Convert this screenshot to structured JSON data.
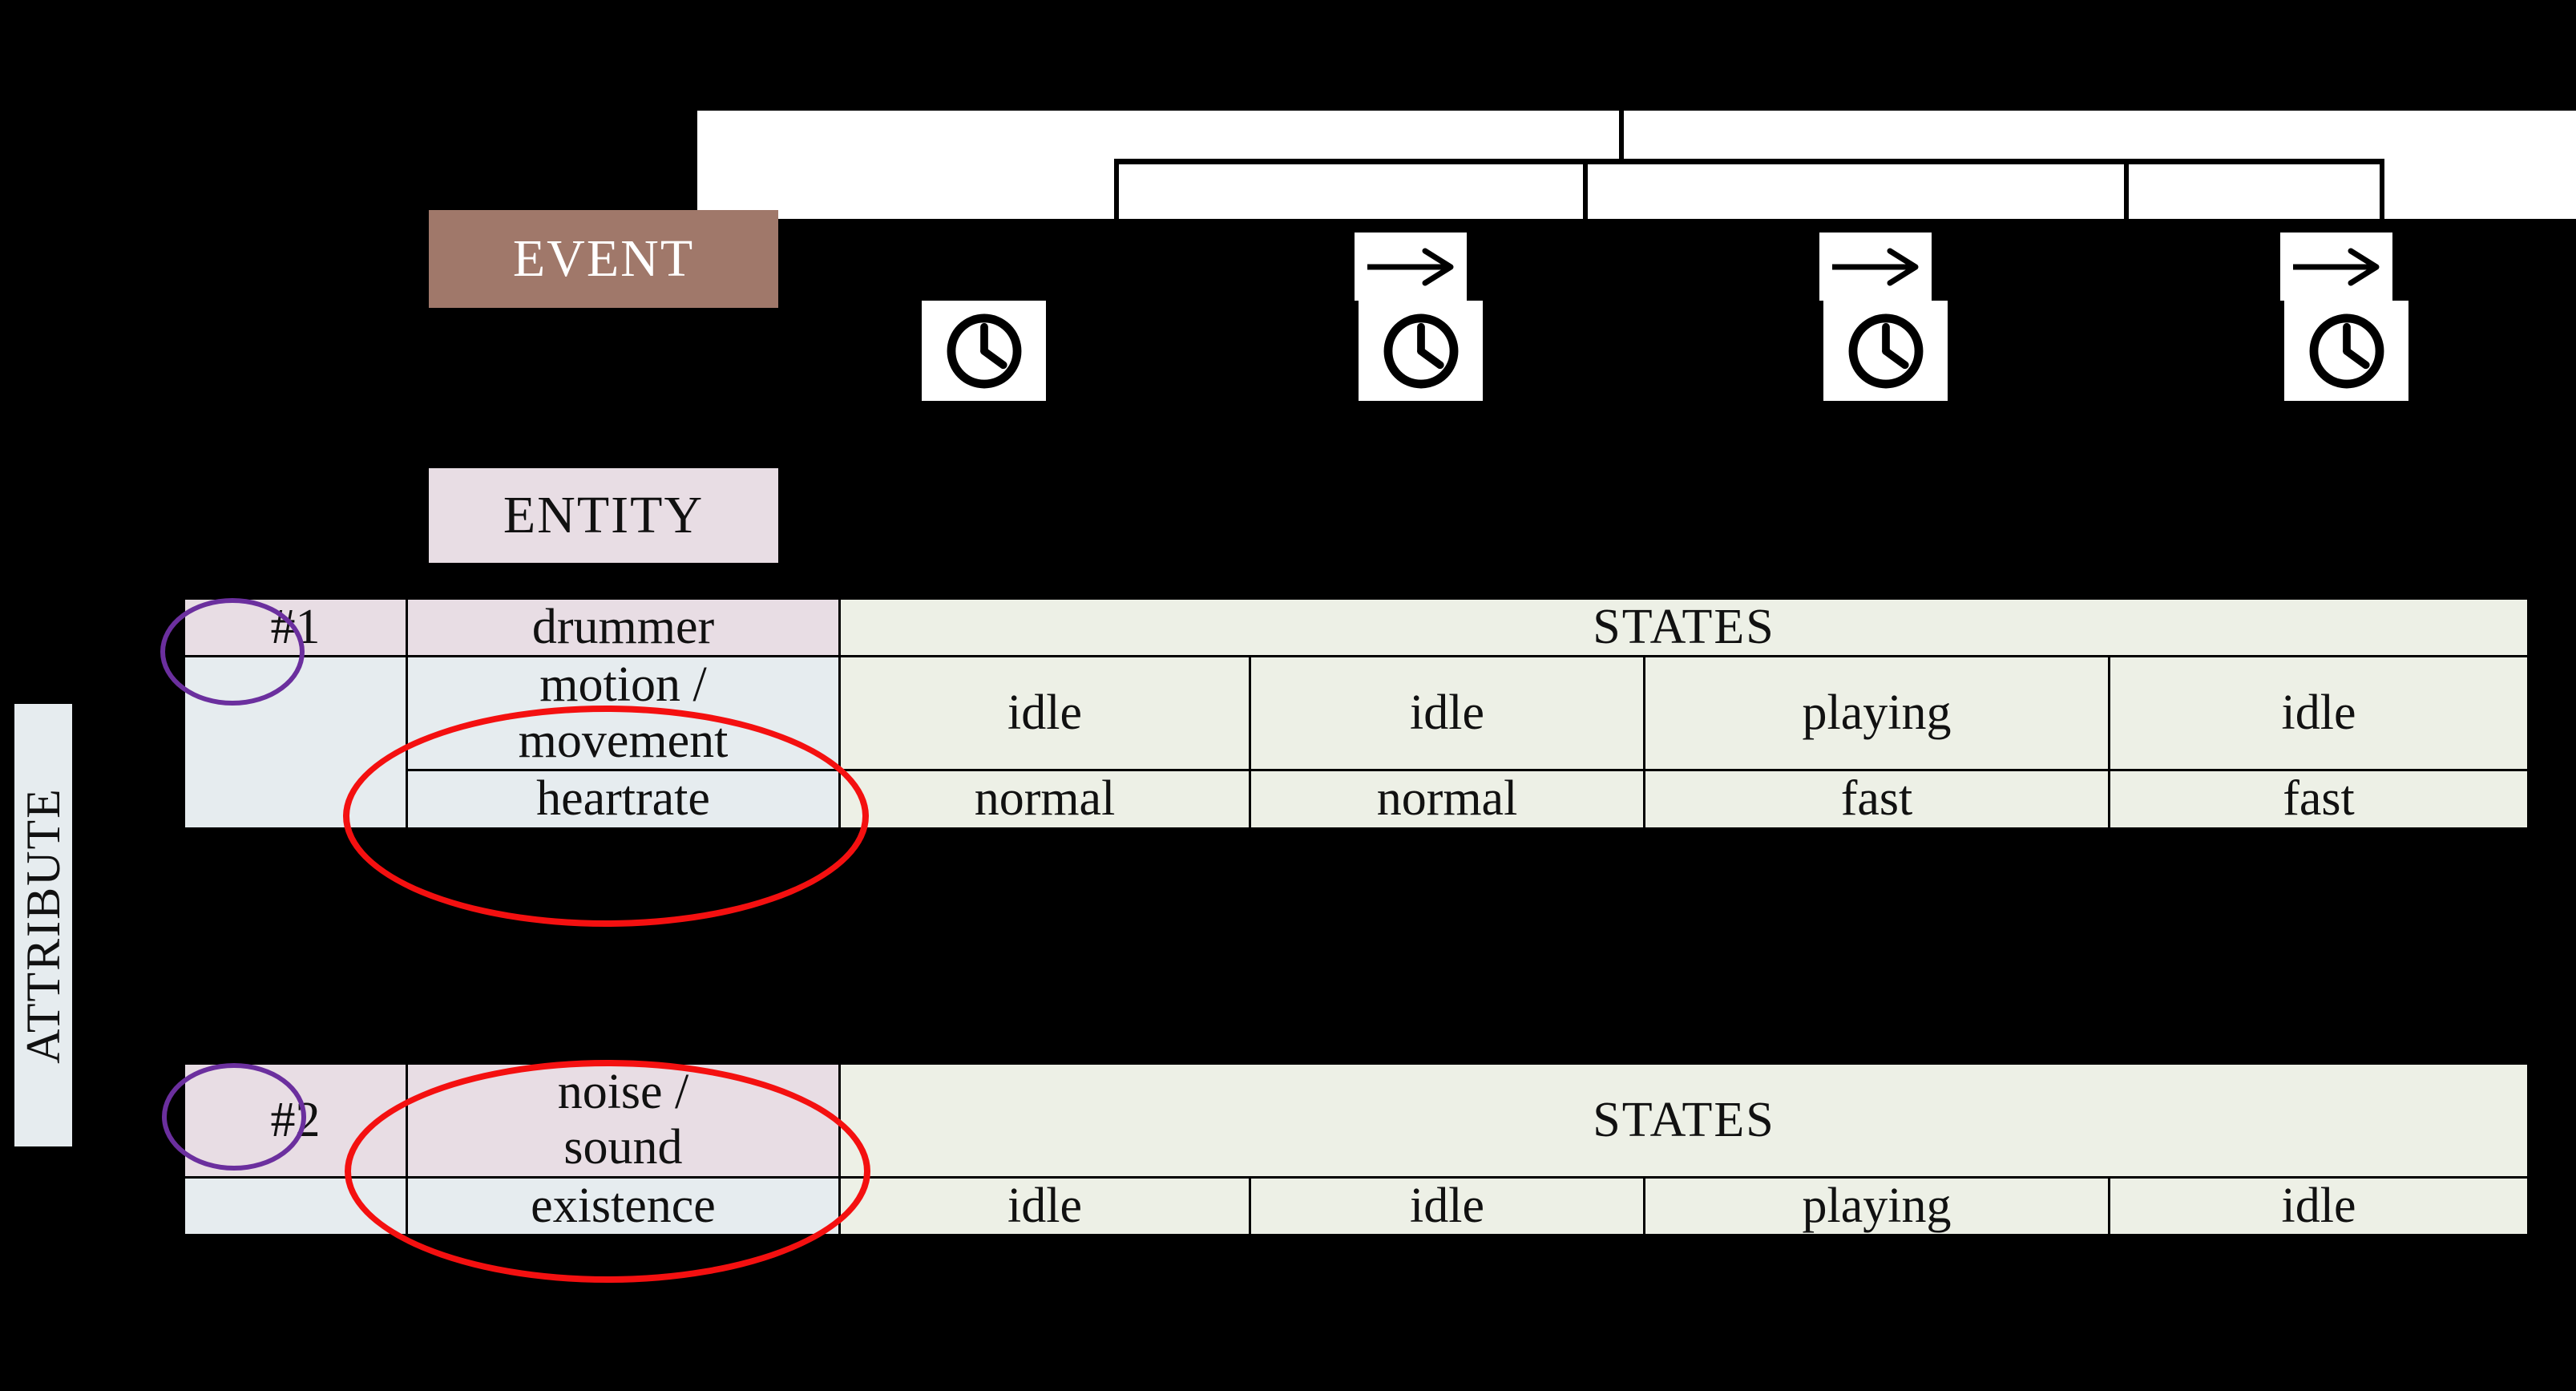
{
  "background_color": "#000000",
  "labels": {
    "event": "EVENT",
    "entity": "ENTITY",
    "attribute": "ATTRIBUTE"
  },
  "colors": {
    "event_chip_bg": "#a0786a",
    "event_chip_text": "#ffffff",
    "entity_chip_bg": "#e8dde4",
    "attribute_chip_bg": "#e6ecef",
    "entity_cell_bg": "#e8dde4",
    "attribute_cell_bg": "#e6ecef",
    "state_cell_bg": "#edf0e6",
    "panel_bg": "#ffffff",
    "highlight_red": "#f41010",
    "highlight_purple": "#6b2f9e",
    "line": "#000000"
  },
  "timeline": {
    "icons": [
      {
        "clock": "clock-icon",
        "arrow": null
      },
      {
        "clock": "clock-icon",
        "arrow": "right-arrow-icon"
      },
      {
        "clock": "clock-icon",
        "arrow": "right-arrow-icon"
      },
      {
        "clock": "clock-icon",
        "arrow": "right-arrow-icon"
      }
    ]
  },
  "tables": [
    {
      "id": "#1",
      "entity": "drummer",
      "states_header": "STATES",
      "rows": [
        {
          "attribute": "motion / movement",
          "highlighted": true,
          "values": [
            "idle",
            "idle",
            "playing",
            "idle"
          ]
        },
        {
          "attribute": "heartrate",
          "highlighted": false,
          "values": [
            "normal",
            "normal",
            "fast",
            "fast"
          ]
        }
      ]
    },
    {
      "id": "#2",
      "entity": "noise / sound",
      "states_header": "STATES",
      "rows": [
        {
          "attribute": "existence",
          "highlighted": false,
          "values": [
            "idle",
            "idle",
            "playing",
            "idle"
          ]
        }
      ]
    }
  ],
  "table1": {
    "id": "#1",
    "entity": "drummer",
    "states_header": "STATES",
    "attr_row1_line1": "motion /",
    "attr_row1_line2": "movement",
    "attr_row2": "heartrate",
    "row1": {
      "v0": "idle",
      "v1": "idle",
      "v2": "playing",
      "v3": "idle"
    },
    "row2": {
      "v0": "normal",
      "v1": "normal",
      "v2": "fast",
      "v3": "fast"
    }
  },
  "table2": {
    "id": "#2",
    "entity_line1": "noise /",
    "entity_line2": "sound",
    "states_header": "STATES",
    "attr_row1": "existence",
    "row1": {
      "v0": "idle",
      "v1": "idle",
      "v2": "playing",
      "v3": "idle"
    }
  }
}
